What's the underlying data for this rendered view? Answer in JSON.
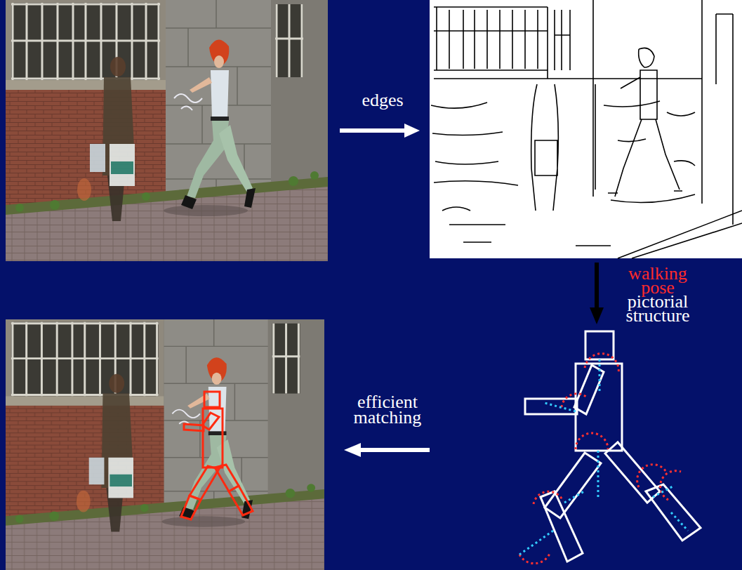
{
  "diagram": {
    "labels": [
      "edges",
      "walking pose",
      "pictorial structure",
      "efficient matching"
    ]
  }
}
